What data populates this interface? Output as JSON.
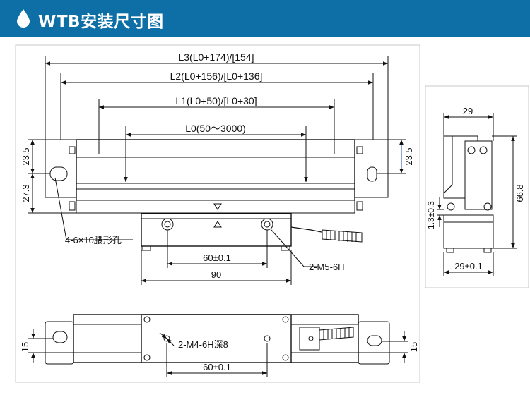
{
  "header": {
    "title": "WTB安装尺寸图",
    "icon": "water-drop-icon",
    "background": "#0d6fa6"
  },
  "front_view": {
    "dim_l3": "L3(L0+174)/[154]",
    "dim_l2": "L2(L0+156)/[L0+136]",
    "dim_l1": "L1(L0+50)/[L0+30]",
    "dim_l0": "L0(50～3000)",
    "dim_left_top": "23.5",
    "dim_left_bottom": "27.3",
    "dim_right": "23.5",
    "slot_label": "4-6×10腰形孔",
    "hole_spacing": "60±0.1",
    "reader_width": "90",
    "thread_label": "2-M5-6H"
  },
  "side_view": {
    "width_top": "29",
    "height": "66.8",
    "gap": "1.3±0.3",
    "width_bottom": "29±0.1"
  },
  "bottom_view": {
    "dim_left": "15",
    "dim_right": "15",
    "thread_label": "2-M4-6H深8",
    "hole_spacing": "60±0.1"
  }
}
